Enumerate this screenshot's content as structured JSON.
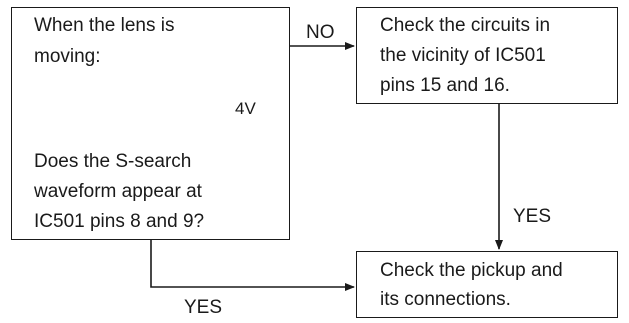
{
  "decision_box": {
    "intro_lines": [
      "When the lens is",
      "moving:"
    ],
    "voltage_label": "4V",
    "question_lines": [
      "Does the S-search",
      "waveform appear at",
      "IC501 pins 8 and 9?"
    ]
  },
  "box_circuits": {
    "lines": [
      "Check the circuits in",
      "the vicinity of IC501",
      "pins 15 and 16."
    ]
  },
  "box_pickup": {
    "lines": [
      "Check the pickup and",
      "its connections."
    ]
  },
  "edges": {
    "no_label": "NO",
    "yes_down_label": "YES",
    "yes_bottom_label": "YES"
  }
}
